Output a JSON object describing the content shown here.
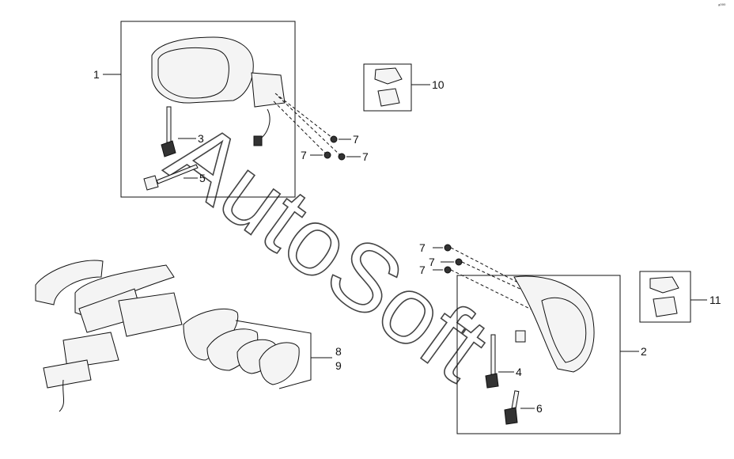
{
  "watermark": "AutoSoft",
  "corner_mark": "ᵃ⁰⁰⁰",
  "callouts": {
    "c1": "1",
    "c2": "2",
    "c3": "3",
    "c4": "4",
    "c5": "5",
    "c6": "6",
    "c7": "7",
    "c8": "8",
    "c9": "9",
    "c10": "10",
    "c11": "11"
  }
}
